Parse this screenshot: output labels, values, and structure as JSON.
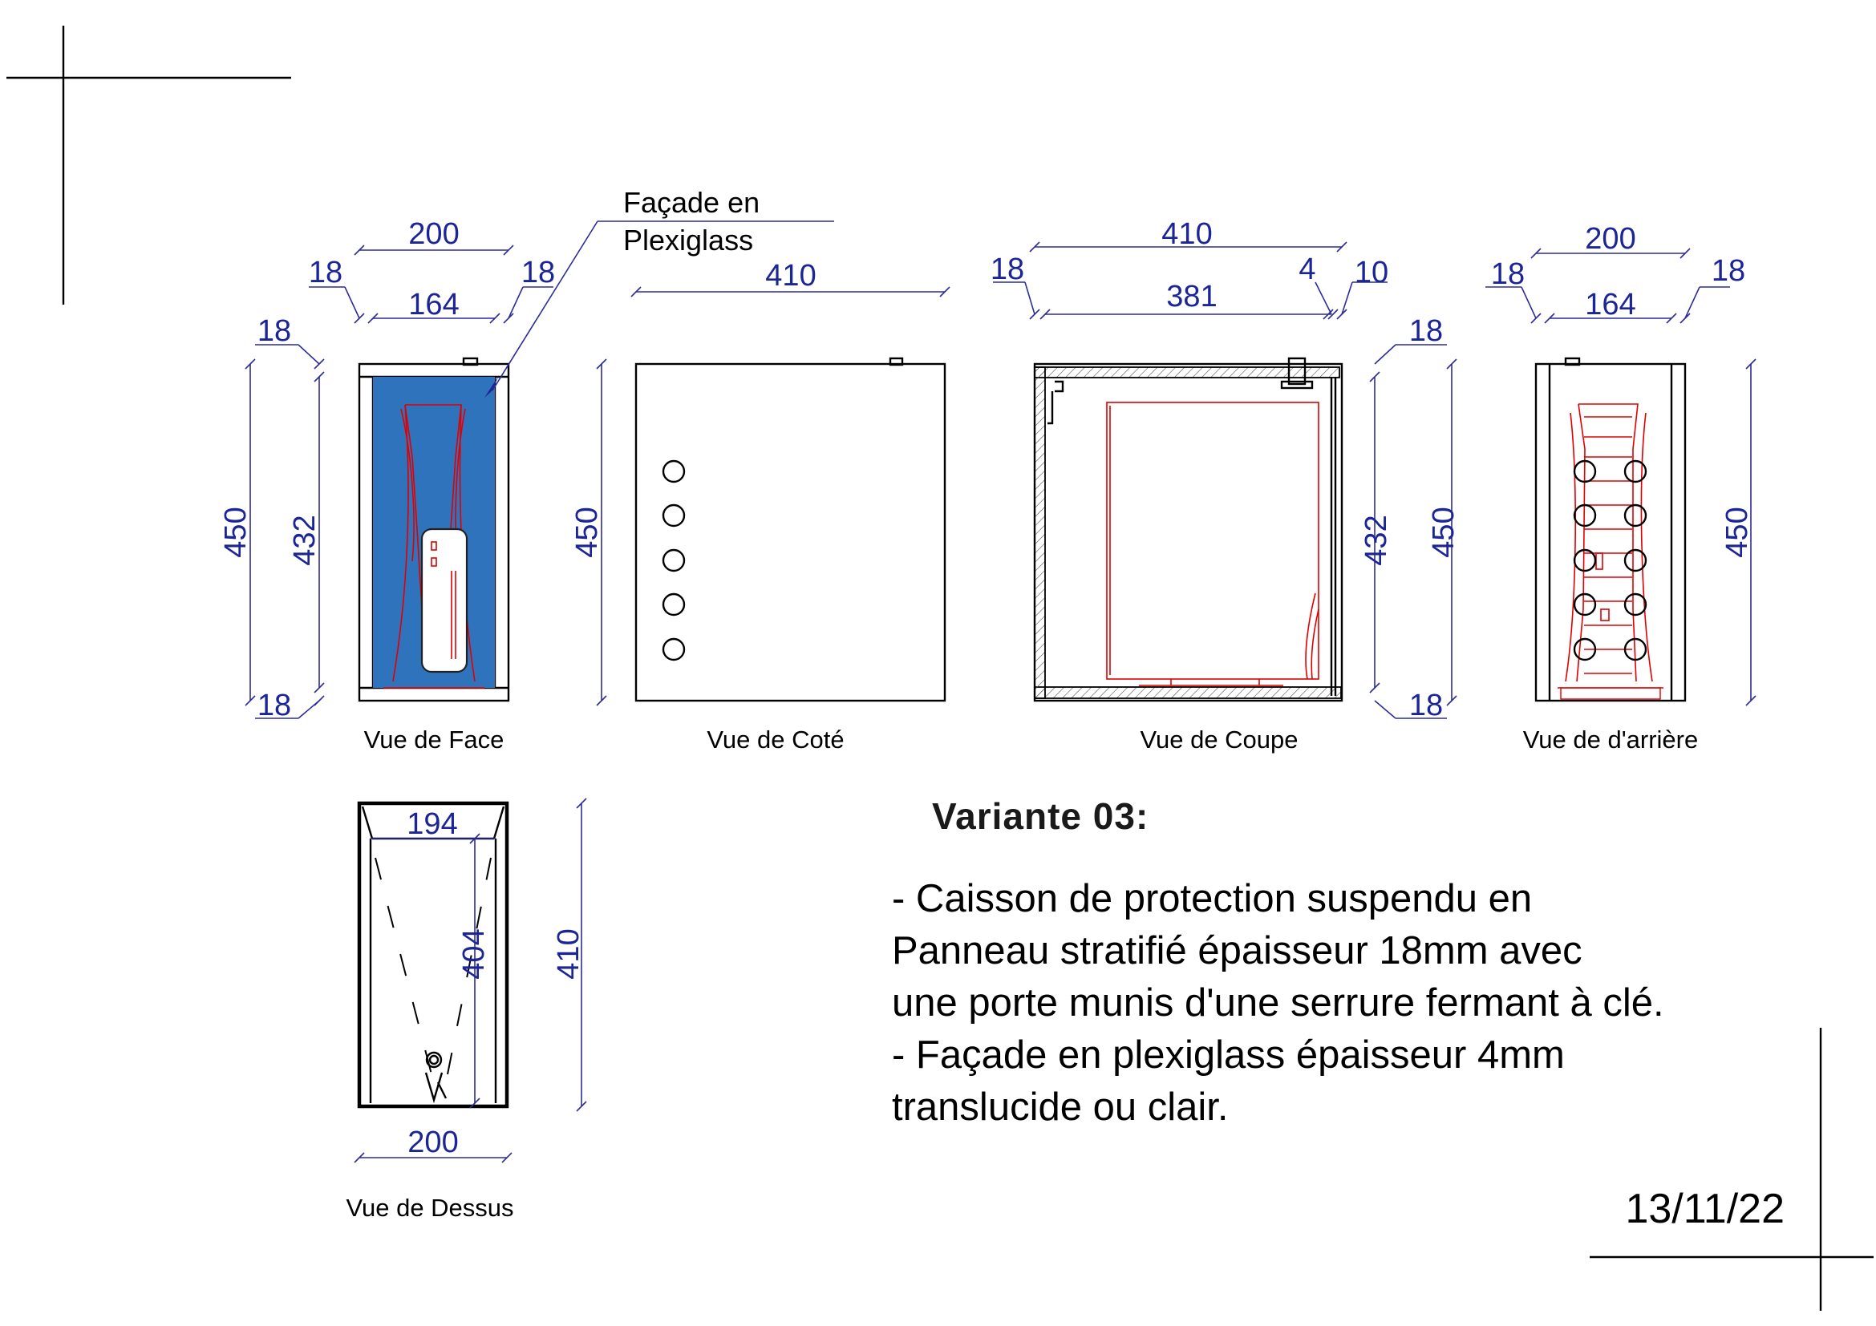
{
  "views": {
    "face": "Vue de Face",
    "cote": "Vue de Coté",
    "coupe": "Vue de Coupe",
    "arriere": "Vue de d'arrière",
    "dessus": "Vue de Dessus"
  },
  "callout": {
    "line1": "Façade en",
    "line2": "Plexiglass"
  },
  "dimensions": {
    "face_top_outer": "200",
    "face_top_inner": "164",
    "face_left_thk": "18",
    "face_right_thk": "18",
    "face_top_thk": "18",
    "face_bottom_thk": "18",
    "face_height_outer": "450",
    "face_height_inner": "432",
    "cote_depth": "410",
    "cote_height": "450",
    "coupe_depth_outer": "410",
    "coupe_depth_inner": "381",
    "coupe_back_thk": "18",
    "coupe_plexi_thk": "4",
    "coupe_door_thk": "10",
    "coupe_height_inner": "432",
    "coupe_height_outer": "450",
    "coupe_top_thk": "18",
    "coupe_bottom_thk": "18",
    "arriere_top_outer": "200",
    "arriere_top_inner": "164",
    "arriere_left_thk": "18",
    "arriere_right_thk": "18",
    "arriere_height": "450",
    "dessus_inner_width": "194",
    "dessus_inner_depth": "404",
    "dessus_depth": "410",
    "dessus_width": "200"
  },
  "description": {
    "title": "Variante 03:",
    "lines": [
      "- Caisson de protection suspendu en",
      "Panneau stratifié épaisseur 18mm avec",
      "une porte munis d'une serrure fermant à clé.",
      "- Façade en plexiglass épaisseur 4mm",
      "translucide ou clair."
    ]
  },
  "date": "13/11/22",
  "colors": {
    "dimension": "#1c2596",
    "plexiglass_fill": "#2f73bd",
    "device_outline": "#e00000"
  }
}
